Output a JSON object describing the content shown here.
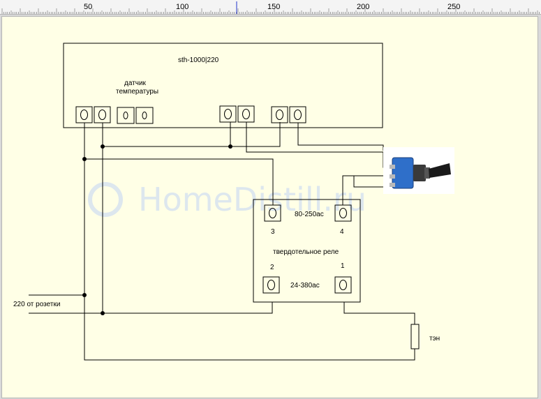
{
  "ruler": {
    "ticks": [
      "50",
      "100",
      "150",
      "200",
      "250"
    ]
  },
  "watermark": "HomeDistill.ru",
  "controller": {
    "title": "sth-1000|220",
    "sensor_label_1": "датчик",
    "sensor_label_2": "температуры"
  },
  "relay": {
    "title": "твердотельное реле",
    "input_range": "80-250ac",
    "output_range": "24-380ac",
    "pin_3": "3",
    "pin_4": "4",
    "pin_2": "2",
    "pin_1": "1"
  },
  "mains_label": "220 от розетки",
  "heater_label": "тэн",
  "colors": {
    "sheet": "#ffffe6",
    "wire": "#000000",
    "switch_body": "#2f6fc9",
    "watermark": "#dde7ee"
  }
}
